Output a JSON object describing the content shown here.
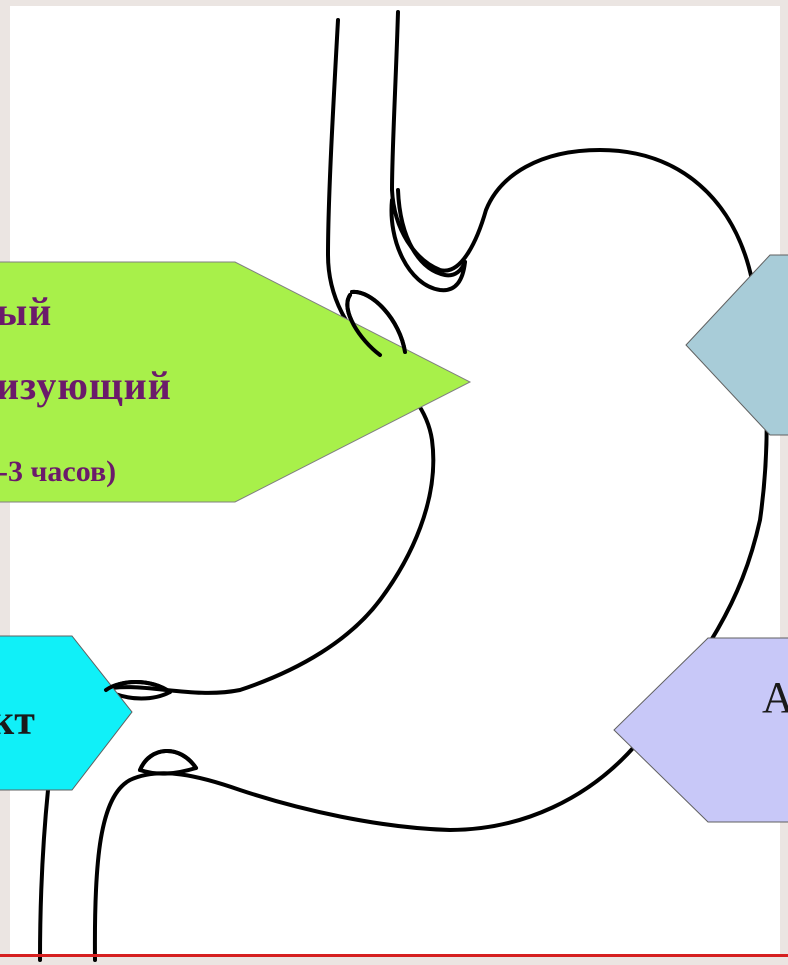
{
  "labels": {
    "green_line1": "ный",
    "green_line2": "низующий",
    "green_line3": "-3 часов)",
    "cyan_line1": "кт",
    "violet_line1": "А"
  },
  "colors": {
    "green_arrow": "#a8f04a",
    "cyan_arrow": "#10f0f8",
    "blue_arrow": "#a8ccd8",
    "violet_arrow": "#c8c8f8",
    "text_purple": "#6b1a6b",
    "frame": "#e9e3e0",
    "bottom_rule": "#d62020"
  }
}
